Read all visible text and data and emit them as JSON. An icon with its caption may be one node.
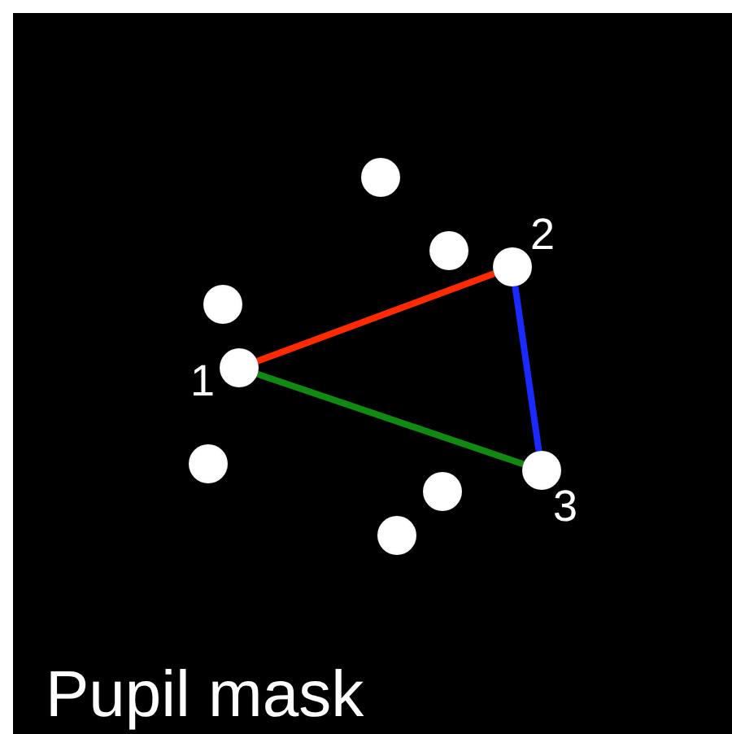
{
  "diagram": {
    "nodes": [
      {
        "text": [],
        "shape": "circle"
      },
      {
        "text": [],
        "shape": "circle"
      },
      {
        "text": [],
        "shape": "circle",
        "beside": [
          "2"
        ]
      },
      {
        "text": [],
        "shape": "circle"
      },
      {
        "text": [],
        "shape": "circle",
        "beside": [
          "1"
        ]
      },
      {
        "text": [],
        "shape": "circle"
      },
      {
        "text": [],
        "shape": "circle",
        "beside": [
          "3"
        ]
      },
      {
        "text": [],
        "shape": "circle"
      },
      {
        "text": [],
        "shape": "circle"
      }
    ],
    "edges": [
      {
        "from": 4,
        "to": 2,
        "arrow": "none",
        "color": "#ff2a00"
      },
      {
        "from": 2,
        "to": 6,
        "arrow": "none",
        "color": "#1a2aff"
      },
      {
        "from": 4,
        "to": 6,
        "arrow": "none",
        "color": "#108a10"
      }
    ],
    "labels": [
      "Pupil mask"
    ]
  }
}
